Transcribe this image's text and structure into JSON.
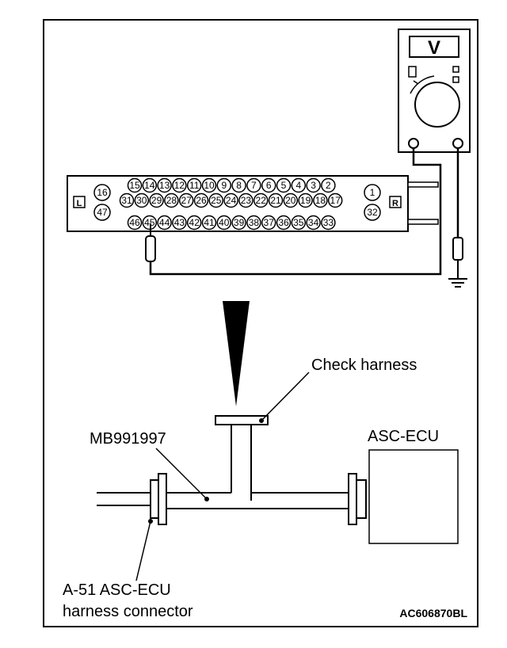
{
  "meter": {
    "symbol": "V"
  },
  "connector": {
    "left_marker": "L",
    "right_marker": "R",
    "left_pins": [
      "16",
      "47"
    ],
    "right_pins": [
      "1",
      "32"
    ],
    "row1": [
      "15",
      "14",
      "13",
      "12",
      "11",
      "10",
      "9",
      "8",
      "7",
      "6",
      "5",
      "4",
      "3",
      "2"
    ],
    "row2": [
      "31",
      "30",
      "29",
      "28",
      "27",
      "26",
      "25",
      "24",
      "23",
      "22",
      "21",
      "20",
      "19",
      "18",
      "17"
    ],
    "row3": [
      "46",
      "45",
      "44",
      "43",
      "42",
      "41",
      "40",
      "39",
      "38",
      "37",
      "36",
      "35",
      "34",
      "33"
    ]
  },
  "labels": {
    "check_harness": "Check harness",
    "tool": "MB991997",
    "ecu": "ASC-ECU",
    "harness_line1": "A-51 ASC-ECU",
    "harness_line2": "harness connector",
    "figure_code": "AC606870BL"
  }
}
